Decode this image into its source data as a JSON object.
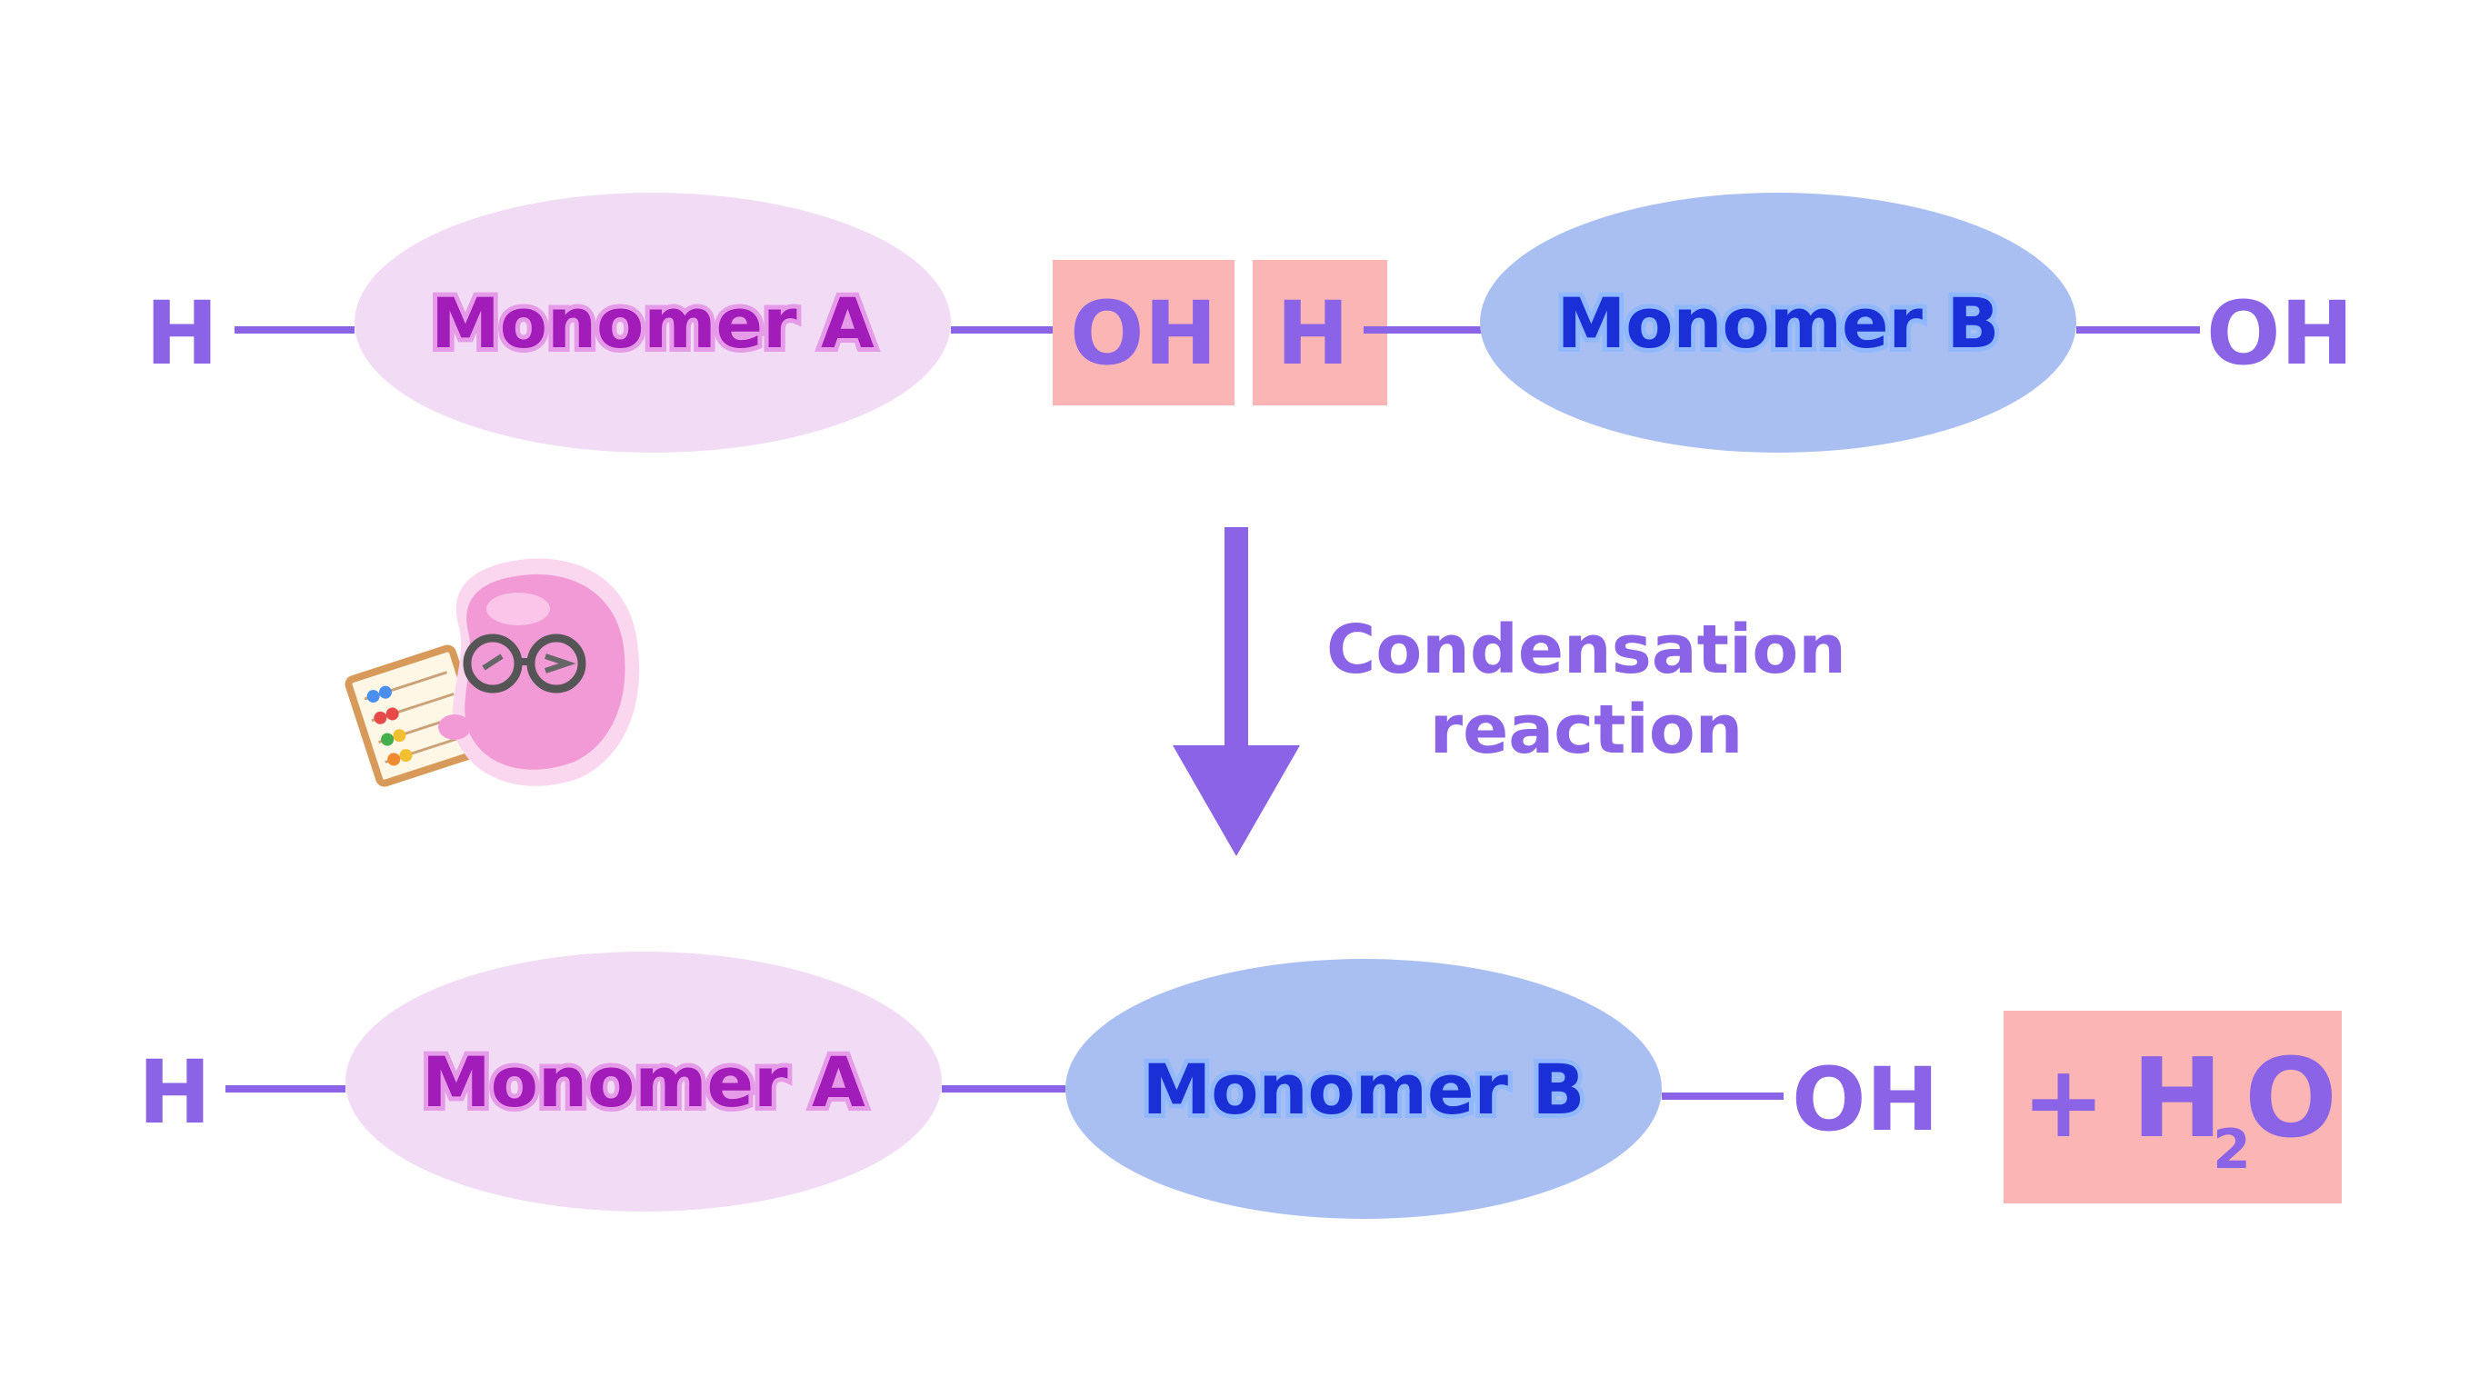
{
  "top_row": {
    "left_h": "H",
    "monomer_a": "Monomer A",
    "oh_box": "OH",
    "h_box": "H",
    "monomer_b": "Monomer B",
    "right_oh": "OH"
  },
  "reaction": {
    "line1": "Condensation",
    "line2": "reaction"
  },
  "bottom_row": {
    "left_h": "H",
    "monomer_a": "Monomer A",
    "monomer_b": "Monomer B",
    "right_oh": "OH",
    "water_plus": "+",
    "water_h": "H",
    "water_sub": "2",
    "water_o": "O"
  },
  "colors": {
    "atom_text": "#8a63e6",
    "bond_line": "#8a63e6",
    "monomer_a_fill": "#f2dcf5",
    "monomer_b_fill": "#a9bff2",
    "highlight_box": "#fcb5b5",
    "arrow": "#8a63e6"
  },
  "icons": [
    "mascot-blob-icon",
    "abacus-icon"
  ]
}
